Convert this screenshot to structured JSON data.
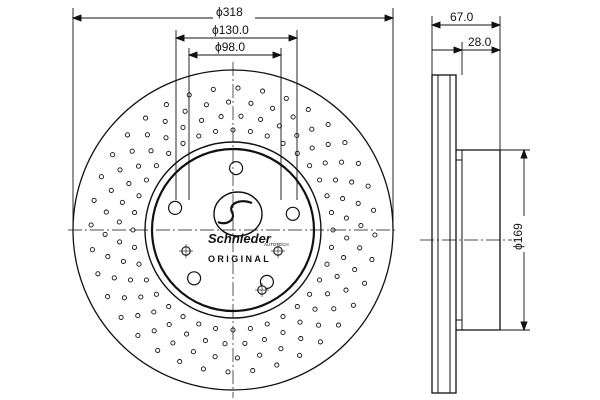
{
  "dimensions": {
    "outer_diameter": "ϕ318",
    "bolt_circle": "ϕ130.0",
    "center_bore": "ϕ98.0",
    "total_height": "67.0",
    "hat_offset": "28.0",
    "hat_diameter": "ϕ169"
  },
  "logo": {
    "brand": "Schnieder",
    "sub": "AUTOTECH",
    "original": "ORIGINAL"
  },
  "colors": {
    "line": "#111111",
    "hole": "#ffffff",
    "background": "#ffffff"
  },
  "icons": [
    "brake-disc-front-view",
    "brake-disc-section-view",
    "logo-mark-icon"
  ]
}
